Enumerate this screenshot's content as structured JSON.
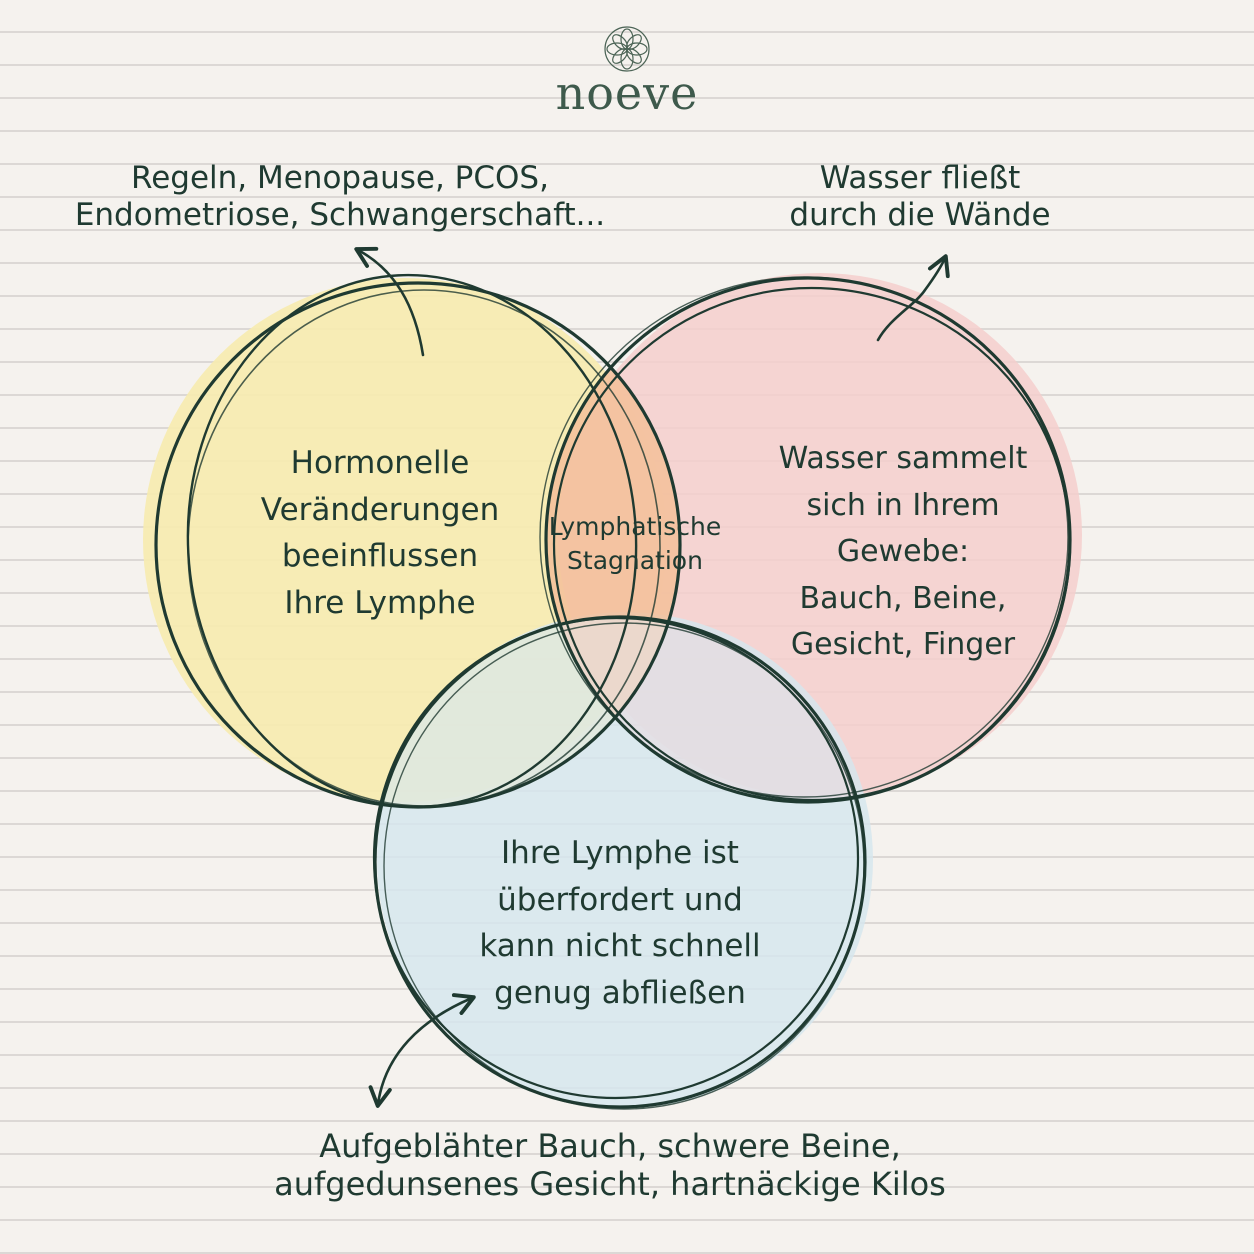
{
  "brand": {
    "name": "noeve",
    "logo_icon": "flower-icon"
  },
  "colors": {
    "yellow": "#f6ecb0",
    "red": "#f5cfcc",
    "blue": "#d6e6ee",
    "overlap_center": "#f3c09a",
    "stroke": "#1f3a31"
  },
  "circles": {
    "hormones": {
      "label": "Hormonelle\nVeränderungen\nbeeinflussen\nIhre Lymphe",
      "annotation": "Regeln, Menopause, PCOS,\nEndometriose, Schwangerschaft..."
    },
    "water": {
      "label": "Wasser sammelt\nsich in Ihrem Gewebe:\nBauch, Beine,\nGesicht, Finger",
      "annotation": "Wasser fließt\ndurch die Wände"
    },
    "lymph": {
      "label": "Ihre Lymphe ist\nüberfordert und\nkann nicht schnell\ngenug abfließen",
      "annotation": "Aufgeblähter Bauch, schwere Beine,\naufgedunsenes Gesicht, hartnäckige Kilos"
    },
    "center": {
      "label": "Lymphatische\nStagnation"
    }
  }
}
